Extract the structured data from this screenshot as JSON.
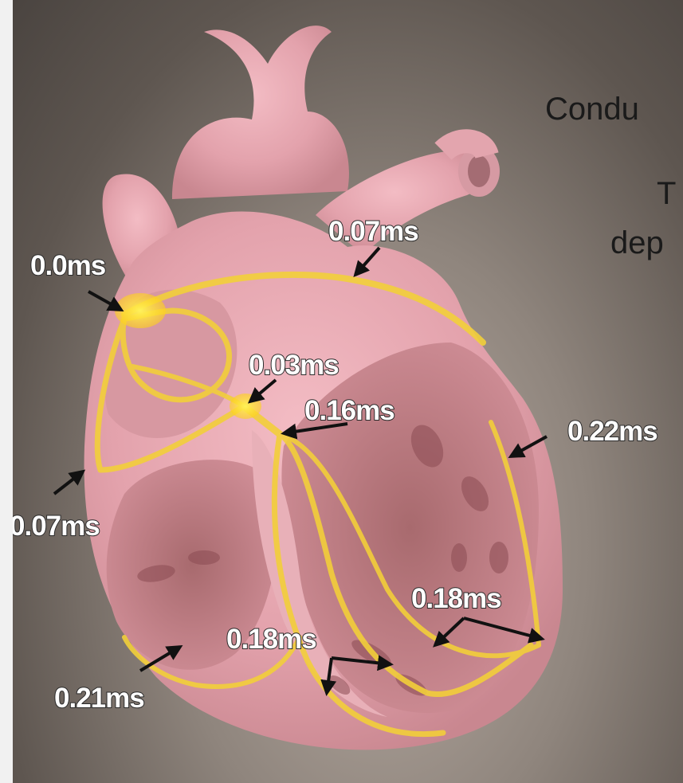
{
  "side_text": {
    "line1": "Condu",
    "line2": "T",
    "line3": "dep"
  },
  "timing_labels": {
    "sa_node": "0.0ms",
    "left_atrium_top": "0.07ms",
    "av_node": "0.03ms",
    "bundle_of_his": "0.16ms",
    "left_ventricle_wall": "0.22ms",
    "right_atrium_wall": "0.07ms",
    "purkinje_left": "0.18ms",
    "purkinje_right": "0.18ms",
    "right_ventricle_base": "0.21ms"
  },
  "colors": {
    "heart": "#e3a5ae",
    "conduction_path": "#f2cf3a",
    "node": "#ffe21a",
    "arrow": "#111111"
  }
}
